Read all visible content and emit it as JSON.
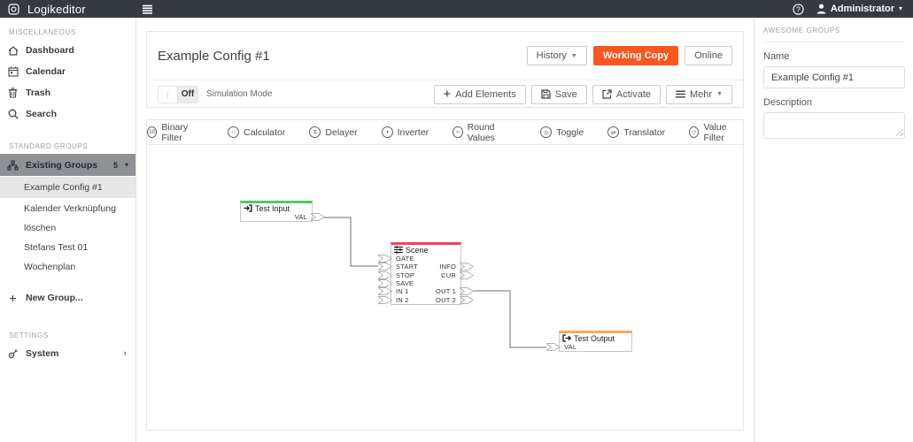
{
  "colors": {
    "header_bg": "#343a40",
    "accent_orange": "#f9571f",
    "selected_group_bg": "#8e9295",
    "selected_subitem_bg": "#e7e7e7",
    "wire": "#9aa0a3",
    "node_input_accent": "#55c763",
    "node_scene_accent": "#ef4655",
    "node_output_accent": "#ffa45c"
  },
  "header": {
    "app_title": "Logikeditor",
    "user_label": "Administrator"
  },
  "sidebar": {
    "misc_heading": "MISCELLANEOUS",
    "dashboard": "Dashboard",
    "calendar": "Calendar",
    "trash": "Trash",
    "search": "Search",
    "standard_heading": "STANDARD GROUPS",
    "existing_groups_label": "Existing Groups",
    "existing_groups_count": "5",
    "groups": [
      "Example Config #1",
      "Kalender Verknüpfung",
      "löschen",
      "Stefans Test 01",
      "Wochenplan"
    ],
    "new_group_label": "New Group...",
    "settings_heading": "SETTINGS",
    "system_label": "System"
  },
  "main": {
    "title": "Example Config #1",
    "history_button": "History",
    "working_copy_button": "Working Copy",
    "online_button": "Online",
    "toggle_state": "Off",
    "simulation_label": "Simulation Mode",
    "add_elements_button": "Add Elements",
    "save_button": "Save",
    "activate_button": "Activate",
    "mehr_button": "Mehr"
  },
  "palette": {
    "items": [
      {
        "label": "Binary Filter",
        "glyph": "10"
      },
      {
        "label": "Calculator",
        "glyph": "∷"
      },
      {
        "label": "Delayer",
        "glyph": "⧖"
      },
      {
        "label": "Inverter",
        "glyph": "◑"
      },
      {
        "label": "Round Values",
        "glyph": "≈"
      },
      {
        "label": "Toggle",
        "glyph": "⊙"
      },
      {
        "label": "Translator",
        "glyph": "⇄"
      },
      {
        "label": "Value Filter",
        "glyph": "▽"
      }
    ]
  },
  "canvas": {
    "nodes": [
      {
        "title": "Test Input",
        "accent": "#55c763",
        "outputs": [
          "VAL"
        ]
      },
      {
        "title": "Scene",
        "accent": "#ef4655",
        "inputs": [
          "GATE",
          "START",
          "STOP",
          "SAVE",
          "IN 1",
          "IN 2"
        ],
        "outputs": [
          "INFO",
          "CUR",
          "OUT 1",
          "OUT 2"
        ]
      },
      {
        "title": "Test Output",
        "accent": "#ffa45c",
        "inputs": [
          "VAL"
        ]
      }
    ]
  },
  "panel": {
    "heading": "AWESOME GROUPS",
    "name_label": "Name",
    "name_value": "Example Config #1",
    "description_label": "Description"
  }
}
